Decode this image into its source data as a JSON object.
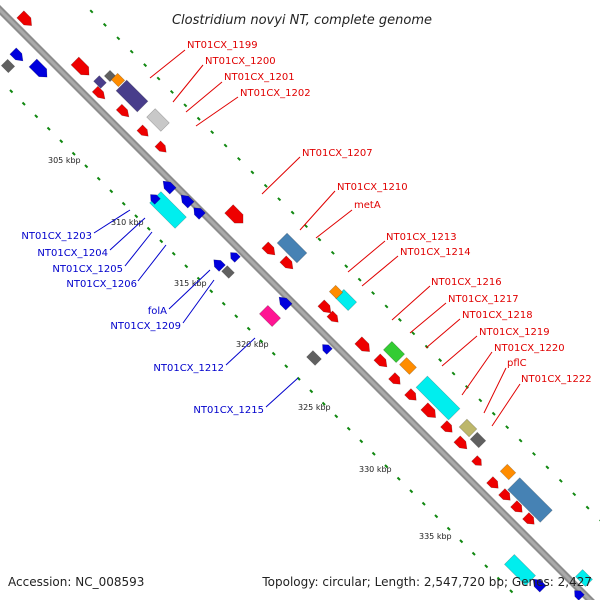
{
  "title": "Clostridium novyi NT, complete genome",
  "footer": {
    "accession": "Accession: NC_008593",
    "topology": "Topology: circular; Length: 2,547,720 bp; Genes: 2,427"
  },
  "scale_labels": [
    "305 kbp",
    "310 kbp",
    "315 kbp",
    "320 kbp",
    "325 kbp",
    "330 kbp",
    "335 kbp"
  ],
  "forward_labels": [
    "NT01CX_1199",
    "NT01CX_1200",
    "NT01CX_1201",
    "NT01CX_1202",
    "NT01CX_1207",
    "NT01CX_1210",
    "metA",
    "NT01CX_1213",
    "NT01CX_1214",
    "NT01CX_1216",
    "NT01CX_1217",
    "NT01CX_1218",
    "NT01CX_1219",
    "NT01CX_1220",
    "pflC",
    "NT01CX_1222"
  ],
  "reverse_labels": [
    "NT01CX_1203",
    "NT01CX_1204",
    "NT01CX_1205",
    "NT01CX_1206",
    "folA",
    "NT01CX_1209",
    "NT01CX_1212",
    "NT01CX_1215"
  ],
  "colors": {
    "forward_gene": "#ee0000",
    "reverse_gene": "#0000dd",
    "backbone": "#8c8c8c",
    "tick": "#118811",
    "cyan": "#00eeee",
    "steelblue": "#4682b4",
    "darkslate": "#483d8b",
    "orange": "#ff8c00",
    "magenta": "#ff1493",
    "green": "#33cc33",
    "khaki": "#bdb76b",
    "gray": "#606060",
    "lightgray": "#c8c8c8"
  }
}
